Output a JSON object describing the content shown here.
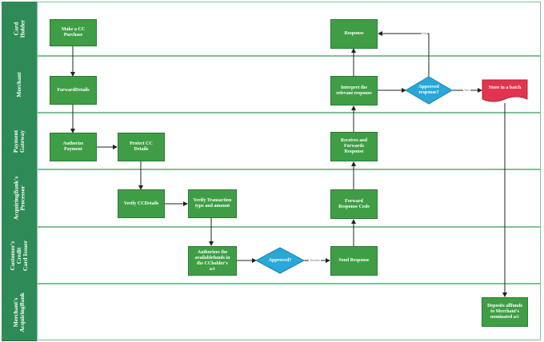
{
  "lanes": [
    {
      "label": "Card\nHolder"
    },
    {
      "label": "Merchant"
    },
    {
      "label": "Payment\nGateway"
    },
    {
      "label": "AcquiringBank's\nProcessor"
    },
    {
      "label": "Customer's\nCredit\nCard Issuer"
    },
    {
      "label": "Merchant's\nAcquiringBank"
    }
  ],
  "nodes": {
    "make_purchase": "Make a CC\nPurchase",
    "forward_details": "ForwardDetails",
    "authorize_payment": "Authorize\nPayment",
    "protect_cc": "Protect CC\nDetails",
    "verify_cc": "Verify CCDetails",
    "verify_transaction": "Verify Transaction\ntype and amount",
    "authorize_funds": "Authorizes the\navailablefunds in\nthe CCholder's\na/c",
    "approved_issuer": "Approved?",
    "send_response": "Send Response",
    "forward_response_code": "Forward\nResponse Code",
    "receive_forward": "Receives and\nForwards\nResponse",
    "interpret": "Interpret the\nrelevant response",
    "approved_merchant": "Approved\nresponse?",
    "response": "Response",
    "store_batch": "Store in a batch",
    "deposit": "Deposits allfunds\nto Merchant's\nnominated a/c"
  },
  "edge_labels": {
    "yes_no": "Yes/No",
    "no": "No",
    "yes": "Yes"
  },
  "colors": {
    "lane_header": "#2e8b57",
    "node": "#3f9e45",
    "decision": "#29a8d8",
    "store": "#e0344f"
  }
}
